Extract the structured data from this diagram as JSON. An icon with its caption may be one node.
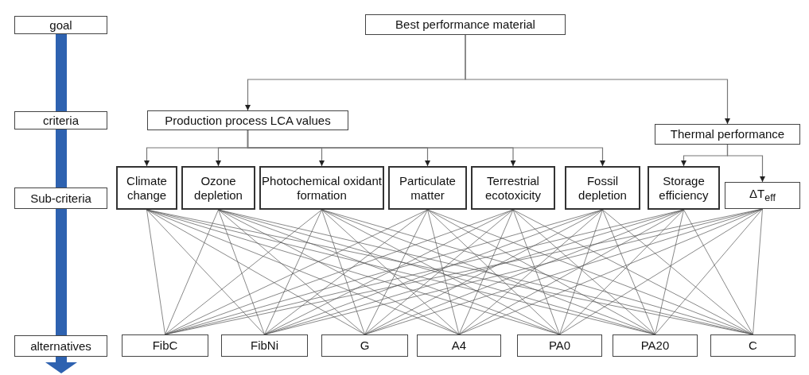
{
  "diagram": {
    "nodes": [
      {
        "text": [
          "goal"
        ]
      },
      {
        "text": [
          "criteria"
        ]
      },
      {
        "text": [
          "Sub-criteria"
        ]
      },
      {
        "text": [
          "alternatives"
        ]
      },
      {
        "text": [
          "Best performance material"
        ]
      },
      {
        "text": [
          "Production process LCA values"
        ]
      },
      {
        "text": [
          "Thermal performance"
        ]
      },
      {
        "text": [
          "Climate change"
        ]
      },
      {
        "text": [
          "Ozone depletion"
        ]
      },
      {
        "text": [
          "Photochemical oxidant formation"
        ]
      },
      {
        "text": [
          "Particulate matter"
        ]
      },
      {
        "text": [
          "Terrestrial ecotoxicity"
        ]
      },
      {
        "text": [
          "Fossil depletion"
        ]
      },
      {
        "text": [
          "Storage efficiency"
        ]
      },
      {
        "text": [
          "ΔT$_{eff}$"
        ]
      },
      {
        "text": [
          "FibC"
        ]
      },
      {
        "text": [
          "FibNi"
        ]
      },
      {
        "text": [
          "G"
        ]
      },
      {
        "text": [
          "A4"
        ]
      },
      {
        "text": [
          "PA0"
        ]
      },
      {
        "text": [
          "PA20"
        ]
      },
      {
        "text": [
          "C"
        ]
      }
    ],
    "edges": [
      {
        "from": 4,
        "to": 5,
        "arrow": "to"
      },
      {
        "from": 4,
        "to": 6,
        "arrow": "to"
      },
      {
        "from": 5,
        "to": 7,
        "arrow": "to"
      },
      {
        "from": 5,
        "to": 8,
        "arrow": "to"
      },
      {
        "from": 5,
        "to": 9,
        "arrow": "to"
      },
      {
        "from": 5,
        "to": 10,
        "arrow": "to"
      },
      {
        "from": 5,
        "to": 11,
        "arrow": "to"
      },
      {
        "from": 5,
        "to": 12,
        "arrow": "to"
      },
      {
        "from": 6,
        "to": 13,
        "arrow": "to"
      },
      {
        "from": 6,
        "to": 14,
        "arrow": "to"
      },
      {
        "from": 7,
        "to": 15,
        "arrow": "none"
      },
      {
        "from": 7,
        "to": 16,
        "arrow": "none"
      },
      {
        "from": 7,
        "to": 17,
        "arrow": "none"
      },
      {
        "from": 7,
        "to": 18,
        "arrow": "none"
      },
      {
        "from": 7,
        "to": 19,
        "arrow": "none"
      },
      {
        "from": 7,
        "to": 20,
        "arrow": "none"
      },
      {
        "from": 7,
        "to": 21,
        "arrow": "none"
      },
      {
        "from": 8,
        "to": 15,
        "arrow": "none"
      },
      {
        "from": 8,
        "to": 16,
        "arrow": "none"
      },
      {
        "from": 8,
        "to": 17,
        "arrow": "none"
      },
      {
        "from": 8,
        "to": 18,
        "arrow": "none"
      },
      {
        "from": 8,
        "to": 19,
        "arrow": "none"
      },
      {
        "from": 8,
        "to": 20,
        "arrow": "none"
      },
      {
        "from": 8,
        "to": 21,
        "arrow": "none"
      },
      {
        "from": 9,
        "to": 15,
        "arrow": "none"
      },
      {
        "from": 9,
        "to": 16,
        "arrow": "none"
      },
      {
        "from": 9,
        "to": 17,
        "arrow": "none"
      },
      {
        "from": 9,
        "to": 18,
        "arrow": "none"
      },
      {
        "from": 9,
        "to": 19,
        "arrow": "none"
      },
      {
        "from": 9,
        "to": 20,
        "arrow": "none"
      },
      {
        "from": 9,
        "to": 21,
        "arrow": "none"
      },
      {
        "from": 10,
        "to": 15,
        "arrow": "none"
      },
      {
        "from": 10,
        "to": 16,
        "arrow": "none"
      },
      {
        "from": 10,
        "to": 17,
        "arrow": "none"
      },
      {
        "from": 10,
        "to": 18,
        "arrow": "none"
      },
      {
        "from": 10,
        "to": 19,
        "arrow": "none"
      },
      {
        "from": 10,
        "to": 20,
        "arrow": "none"
      },
      {
        "from": 10,
        "to": 21,
        "arrow": "none"
      },
      {
        "from": 11,
        "to": 15,
        "arrow": "none"
      },
      {
        "from": 11,
        "to": 16,
        "arrow": "none"
      },
      {
        "from": 11,
        "to": 17,
        "arrow": "none"
      },
      {
        "from": 11,
        "to": 18,
        "arrow": "none"
      },
      {
        "from": 11,
        "to": 19,
        "arrow": "none"
      },
      {
        "from": 11,
        "to": 20,
        "arrow": "none"
      },
      {
        "from": 11,
        "to": 21,
        "arrow": "none"
      },
      {
        "from": 12,
        "to": 15,
        "arrow": "none"
      },
      {
        "from": 12,
        "to": 16,
        "arrow": "none"
      },
      {
        "from": 12,
        "to": 17,
        "arrow": "none"
      },
      {
        "from": 12,
        "to": 18,
        "arrow": "none"
      },
      {
        "from": 12,
        "to": 19,
        "arrow": "none"
      },
      {
        "from": 12,
        "to": 20,
        "arrow": "none"
      },
      {
        "from": 12,
        "to": 21,
        "arrow": "none"
      },
      {
        "from": 13,
        "to": 15,
        "arrow": "none"
      },
      {
        "from": 13,
        "to": 16,
        "arrow": "none"
      },
      {
        "from": 13,
        "to": 17,
        "arrow": "none"
      },
      {
        "from": 13,
        "to": 18,
        "arrow": "none"
      },
      {
        "from": 13,
        "to": 19,
        "arrow": "none"
      },
      {
        "from": 13,
        "to": 20,
        "arrow": "none"
      },
      {
        "from": 13,
        "to": 21,
        "arrow": "none"
      },
      {
        "from": 14,
        "to": 15,
        "arrow": "none"
      },
      {
        "from": 14,
        "to": 16,
        "arrow": "none"
      },
      {
        "from": 14,
        "to": 17,
        "arrow": "none"
      },
      {
        "from": 14,
        "to": 18,
        "arrow": "none"
      },
      {
        "from": 14,
        "to": 19,
        "arrow": "none"
      },
      {
        "from": 14,
        "to": 20,
        "arrow": "none"
      },
      {
        "from": 14,
        "to": 21,
        "arrow": "none"
      }
    ]
  }
}
